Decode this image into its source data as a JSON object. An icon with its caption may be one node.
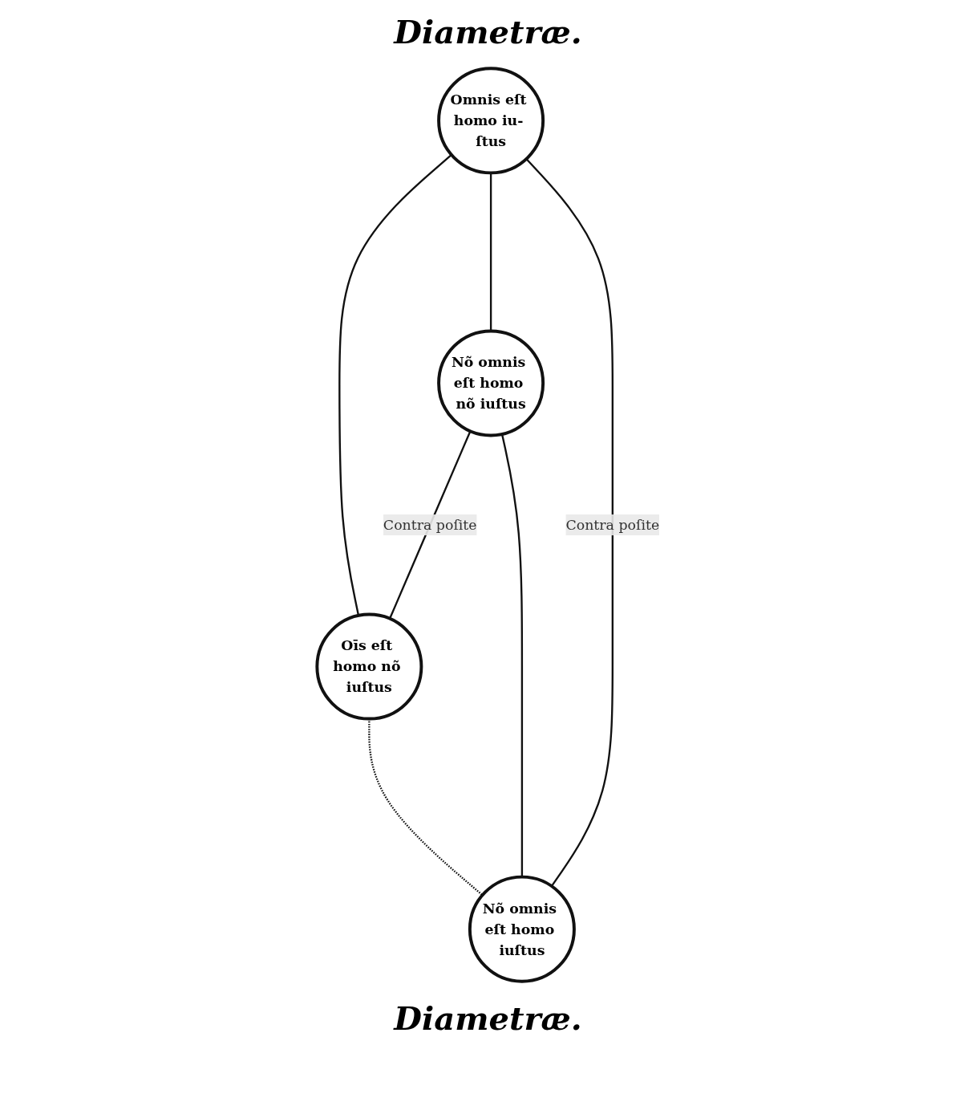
{
  "diagram": {
    "nodes": [
      {
        "text": [
          "Omnis eſt homo iu- ſtus"
        ]
      },
      {
        "text": [
          "Oīs eſt homo nõ iuſtus"
        ]
      },
      {
        "text": [
          "Nõ omnis eſt homo nõ iuſtus"
        ]
      },
      {
        "text": [
          "Nõ omnis eſt homo iuſtus"
        ]
      }
    ],
    "edges": [
      {
        "from": 0,
        "to": 1,
        "arrow": "none"
      },
      {
        "from": 0,
        "to": 2,
        "arrow": "none"
      },
      {
        "from": 1,
        "to": 3,
        "arrow": "none",
        "style": "dashed"
      },
      {
        "from": 0,
        "to": 3,
        "arrow": "none",
        "label": "Contra poſite"
      },
      {
        "from": 2,
        "to": 1,
        "arrow": "none",
        "label": "Contra poſite"
      },
      {
        "from": 2,
        "to": 3,
        "arrow": "none"
      }
    ],
    "labels": [
      "Diametræ.",
      "Diametræ."
    ]
  }
}
